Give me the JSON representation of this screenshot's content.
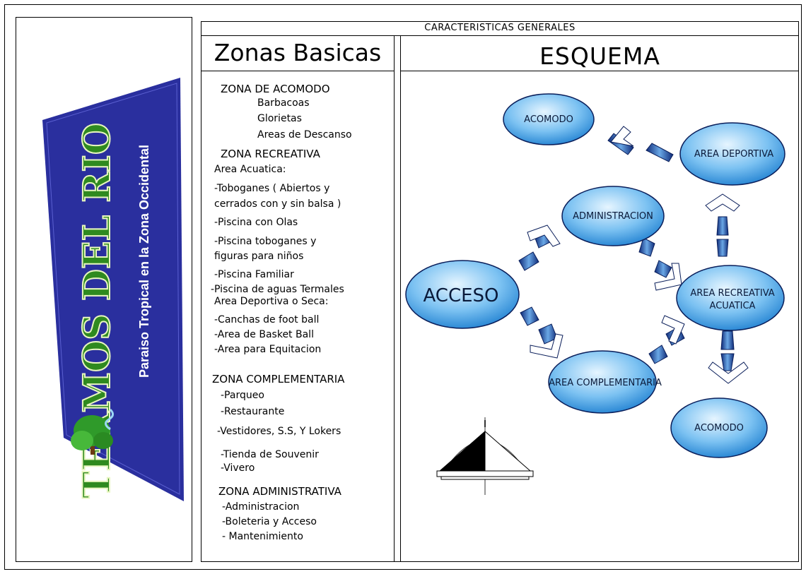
{
  "header": {
    "title": "CARACTERISTICAS GENERALES"
  },
  "zonas": {
    "title": "Zonas Basicas",
    "lines": [
      "ZONA DE ACOMODO",
      "Barbacoas",
      "Glorietas",
      "Areas de Descanso",
      "ZONA RECREATIVA",
      "Area Acuatica:",
      "-Toboganes ( Abiertos y",
      "cerrados con y sin balsa )",
      "-Piscina con Olas",
      "-Piscina toboganes y",
      "figuras para niños",
      "-Piscina Familiar",
      "-Piscina de aguas Termales",
      "Area Deportiva o Seca:",
      "-Canchas de foot ball",
      "-Area de Basket Ball",
      "-Area para Equitacion",
      "ZONA COMPLEMENTARIA",
      "-Parqueo",
      "-Restaurante",
      "-Vestidores, S.S, Y Lokers",
      "-Tienda de Souvenir",
      "-Vivero",
      "ZONA ADMINISTRATIVA",
      "-Administracion",
      "-Boleteria y Acceso",
      "- Mantenimiento"
    ]
  },
  "esquema": {
    "title": "ESQUEMA",
    "nodes": {
      "acomodo_top": "ACOMODO",
      "area_deportiva": "AREA DEPORTIVA",
      "administracion": "ADMINISTRACION",
      "acceso": "ACCESO",
      "area_recreativa_l1": "AREA RECREATIVA",
      "area_recreativa_l2": "ACUATICA",
      "area_complementaria": "AREA COMPLEMENTARIA",
      "acomodo_bottom": "ACOMODO"
    }
  },
  "logo": {
    "brand": "TERMOS DEL RIO",
    "tagline": "Paraiso Tropical en la Zona Occidental"
  },
  "colors": {
    "banner_blue": "#2a2f9e",
    "brand_green": "#2f8a1f",
    "node_light": "#cfe9fb",
    "node_dark": "#1e7fd0",
    "arrow_dark": "#0f2a78"
  }
}
